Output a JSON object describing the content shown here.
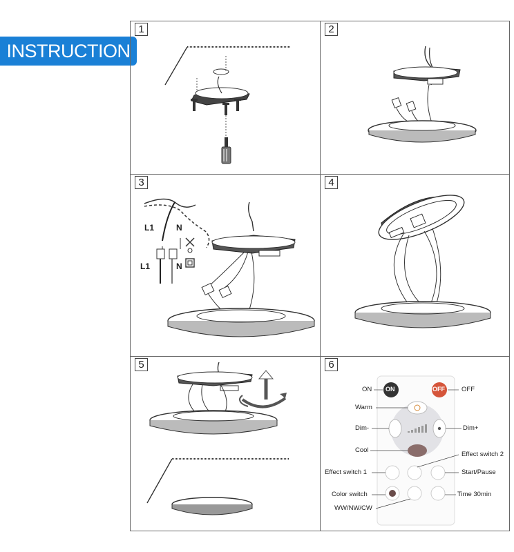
{
  "banner": {
    "title": "INSTRUCTION",
    "color": "#1a80d6"
  },
  "steps": [
    {
      "number": "1",
      "icons": [
        "ceiling-mount-icon",
        "screw-icon",
        "screwdriver-icon"
      ]
    },
    {
      "number": "2",
      "icons": [
        "wire-connector-icon",
        "lamp-base-icon"
      ]
    },
    {
      "number": "3",
      "wiring": {
        "live_top": "L1",
        "neutral_top": "N",
        "live_bottom": "L1",
        "neutral_bottom": "N"
      }
    },
    {
      "number": "4",
      "icons": [
        "lamp-tilted-icon"
      ]
    },
    {
      "number": "5",
      "icons": [
        "rotate-arrow-icon",
        "lamp-installed-icon"
      ]
    },
    {
      "number": "6",
      "remote": {
        "on_button": "ON",
        "off_button": "OFF",
        "labels": {
          "on": "ON",
          "off": "OFF",
          "warm": "Warm",
          "dim_minus": "Dim-",
          "dim_plus": "Dim+",
          "cool": "Cool",
          "effect_switch_2": "Effect switch 2",
          "effect_switch_1": "Effect switch 1",
          "start_pause": "Start/Pause",
          "color_switch": "Color switch",
          "time_30min": "Time 30min",
          "ww_nw_cw": "WW/NW/CW"
        },
        "colors": {
          "on": "#333333",
          "off": "#d5553a",
          "cool": "#8a6d6b"
        }
      }
    }
  ]
}
